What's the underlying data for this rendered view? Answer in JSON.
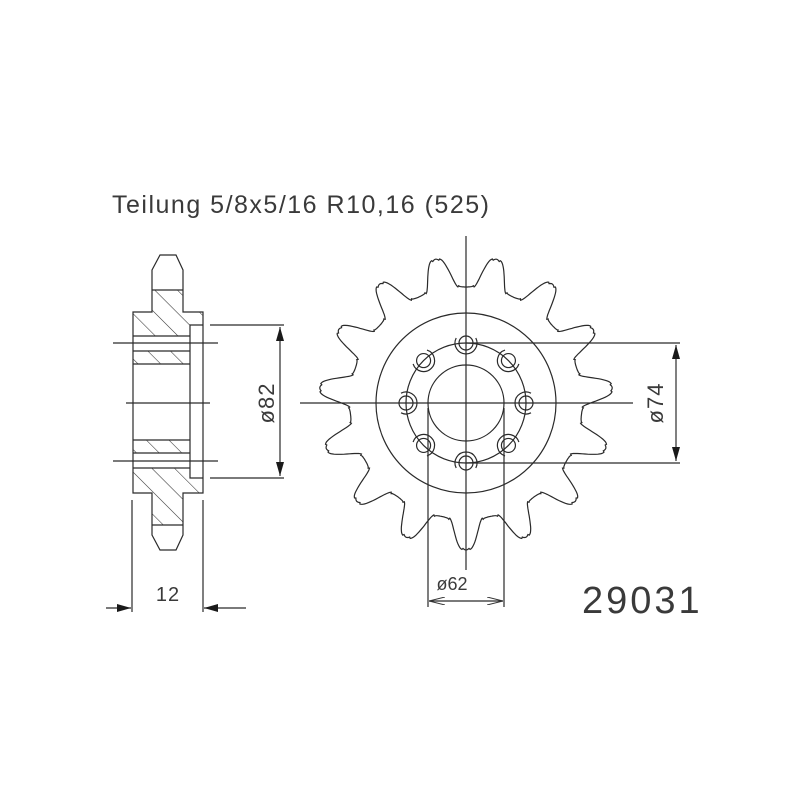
{
  "title": "Teilung 5/8x5/16 R10,16 (525)",
  "part_number": "29031",
  "dimensions": {
    "hub_diameter": "ø82",
    "bolt_circle": "ø74",
    "bore_diameter": "ø62",
    "width": "12"
  },
  "sprocket": {
    "teeth": 15,
    "bolt_holes": 8
  },
  "colors": {
    "line": "#2a2a2a",
    "text": "#3a3a3a"
  }
}
